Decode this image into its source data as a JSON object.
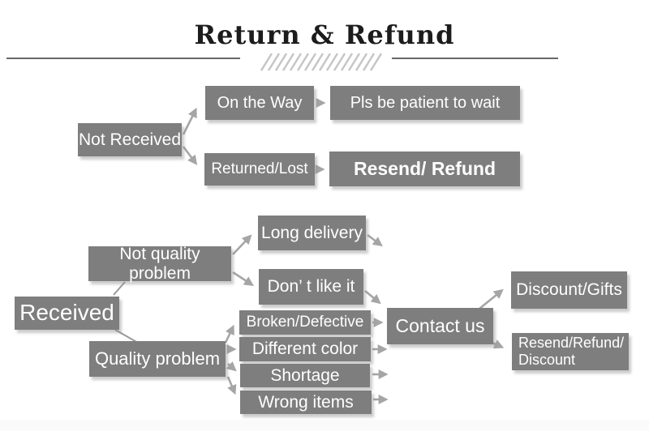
{
  "title": "Return & Refund",
  "colors": {
    "box_background": "#7e7e7e",
    "box_text": "#ffffff",
    "title_text": "#1c1c1c",
    "arrow": "#a5a5a5",
    "connector_line": "#9a9a9a",
    "divider_line": "#686868",
    "hatch": "#c6c6c6"
  },
  "flowchart": {
    "not_received_branch": {
      "root": "Not Received",
      "on_the_way": "On the Way",
      "patient": "Pls be patient to wait",
      "returned_lost": "Returned/Lost",
      "resend_refund": "Resend/ Refund"
    },
    "received_branch": {
      "root": "Received",
      "not_quality_problem": "Not quality problem",
      "long_delivery": "Long delivery",
      "dont_like_it": "Don’ t like it",
      "quality_problem": "Quality problem",
      "broken_defective": "Broken/Defective",
      "different_color": "Different color",
      "shortage": "Shortage",
      "wrong_items": "Wrong items",
      "contact_us": "Contact us",
      "discount_gifts": "Discount/Gifts",
      "resend_refund_discount_line1": "Resend/Refund/",
      "resend_refund_discount_line2": "Discount"
    }
  }
}
